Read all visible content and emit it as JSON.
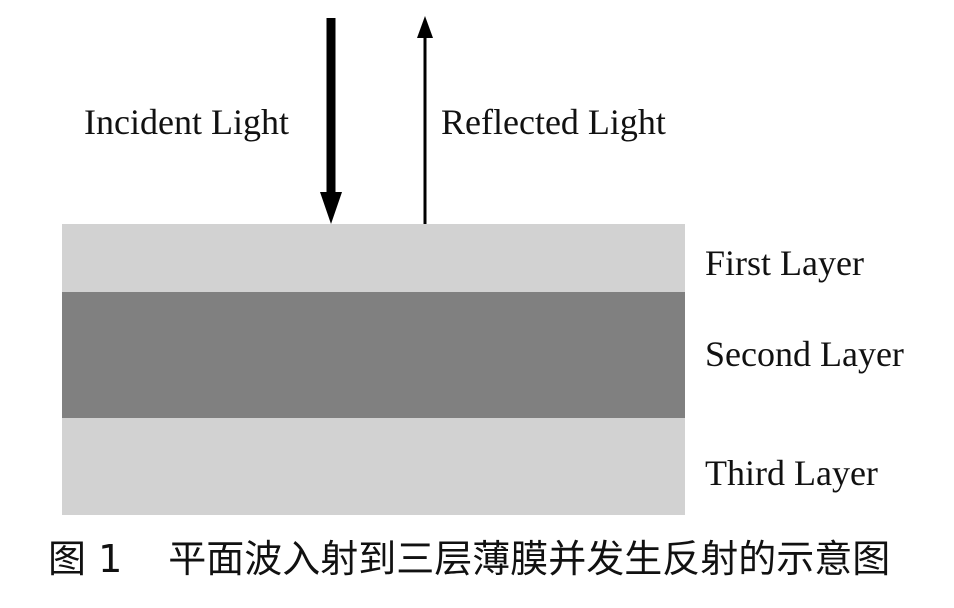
{
  "labels": {
    "incident": "Incident Light",
    "reflected": "Reflected Light"
  },
  "layers": [
    {
      "label": "First Layer",
      "color": "#d2d2d2"
    },
    {
      "label": "Second Layer",
      "color": "#808080"
    },
    {
      "label": "Third Layer",
      "color": "#d2d2d2"
    }
  ],
  "caption": {
    "number": "图 1",
    "text": "平面波入射到三层薄膜并发生反射的示意图"
  },
  "colors": {
    "arrow": "#000000",
    "text": "#111111"
  }
}
